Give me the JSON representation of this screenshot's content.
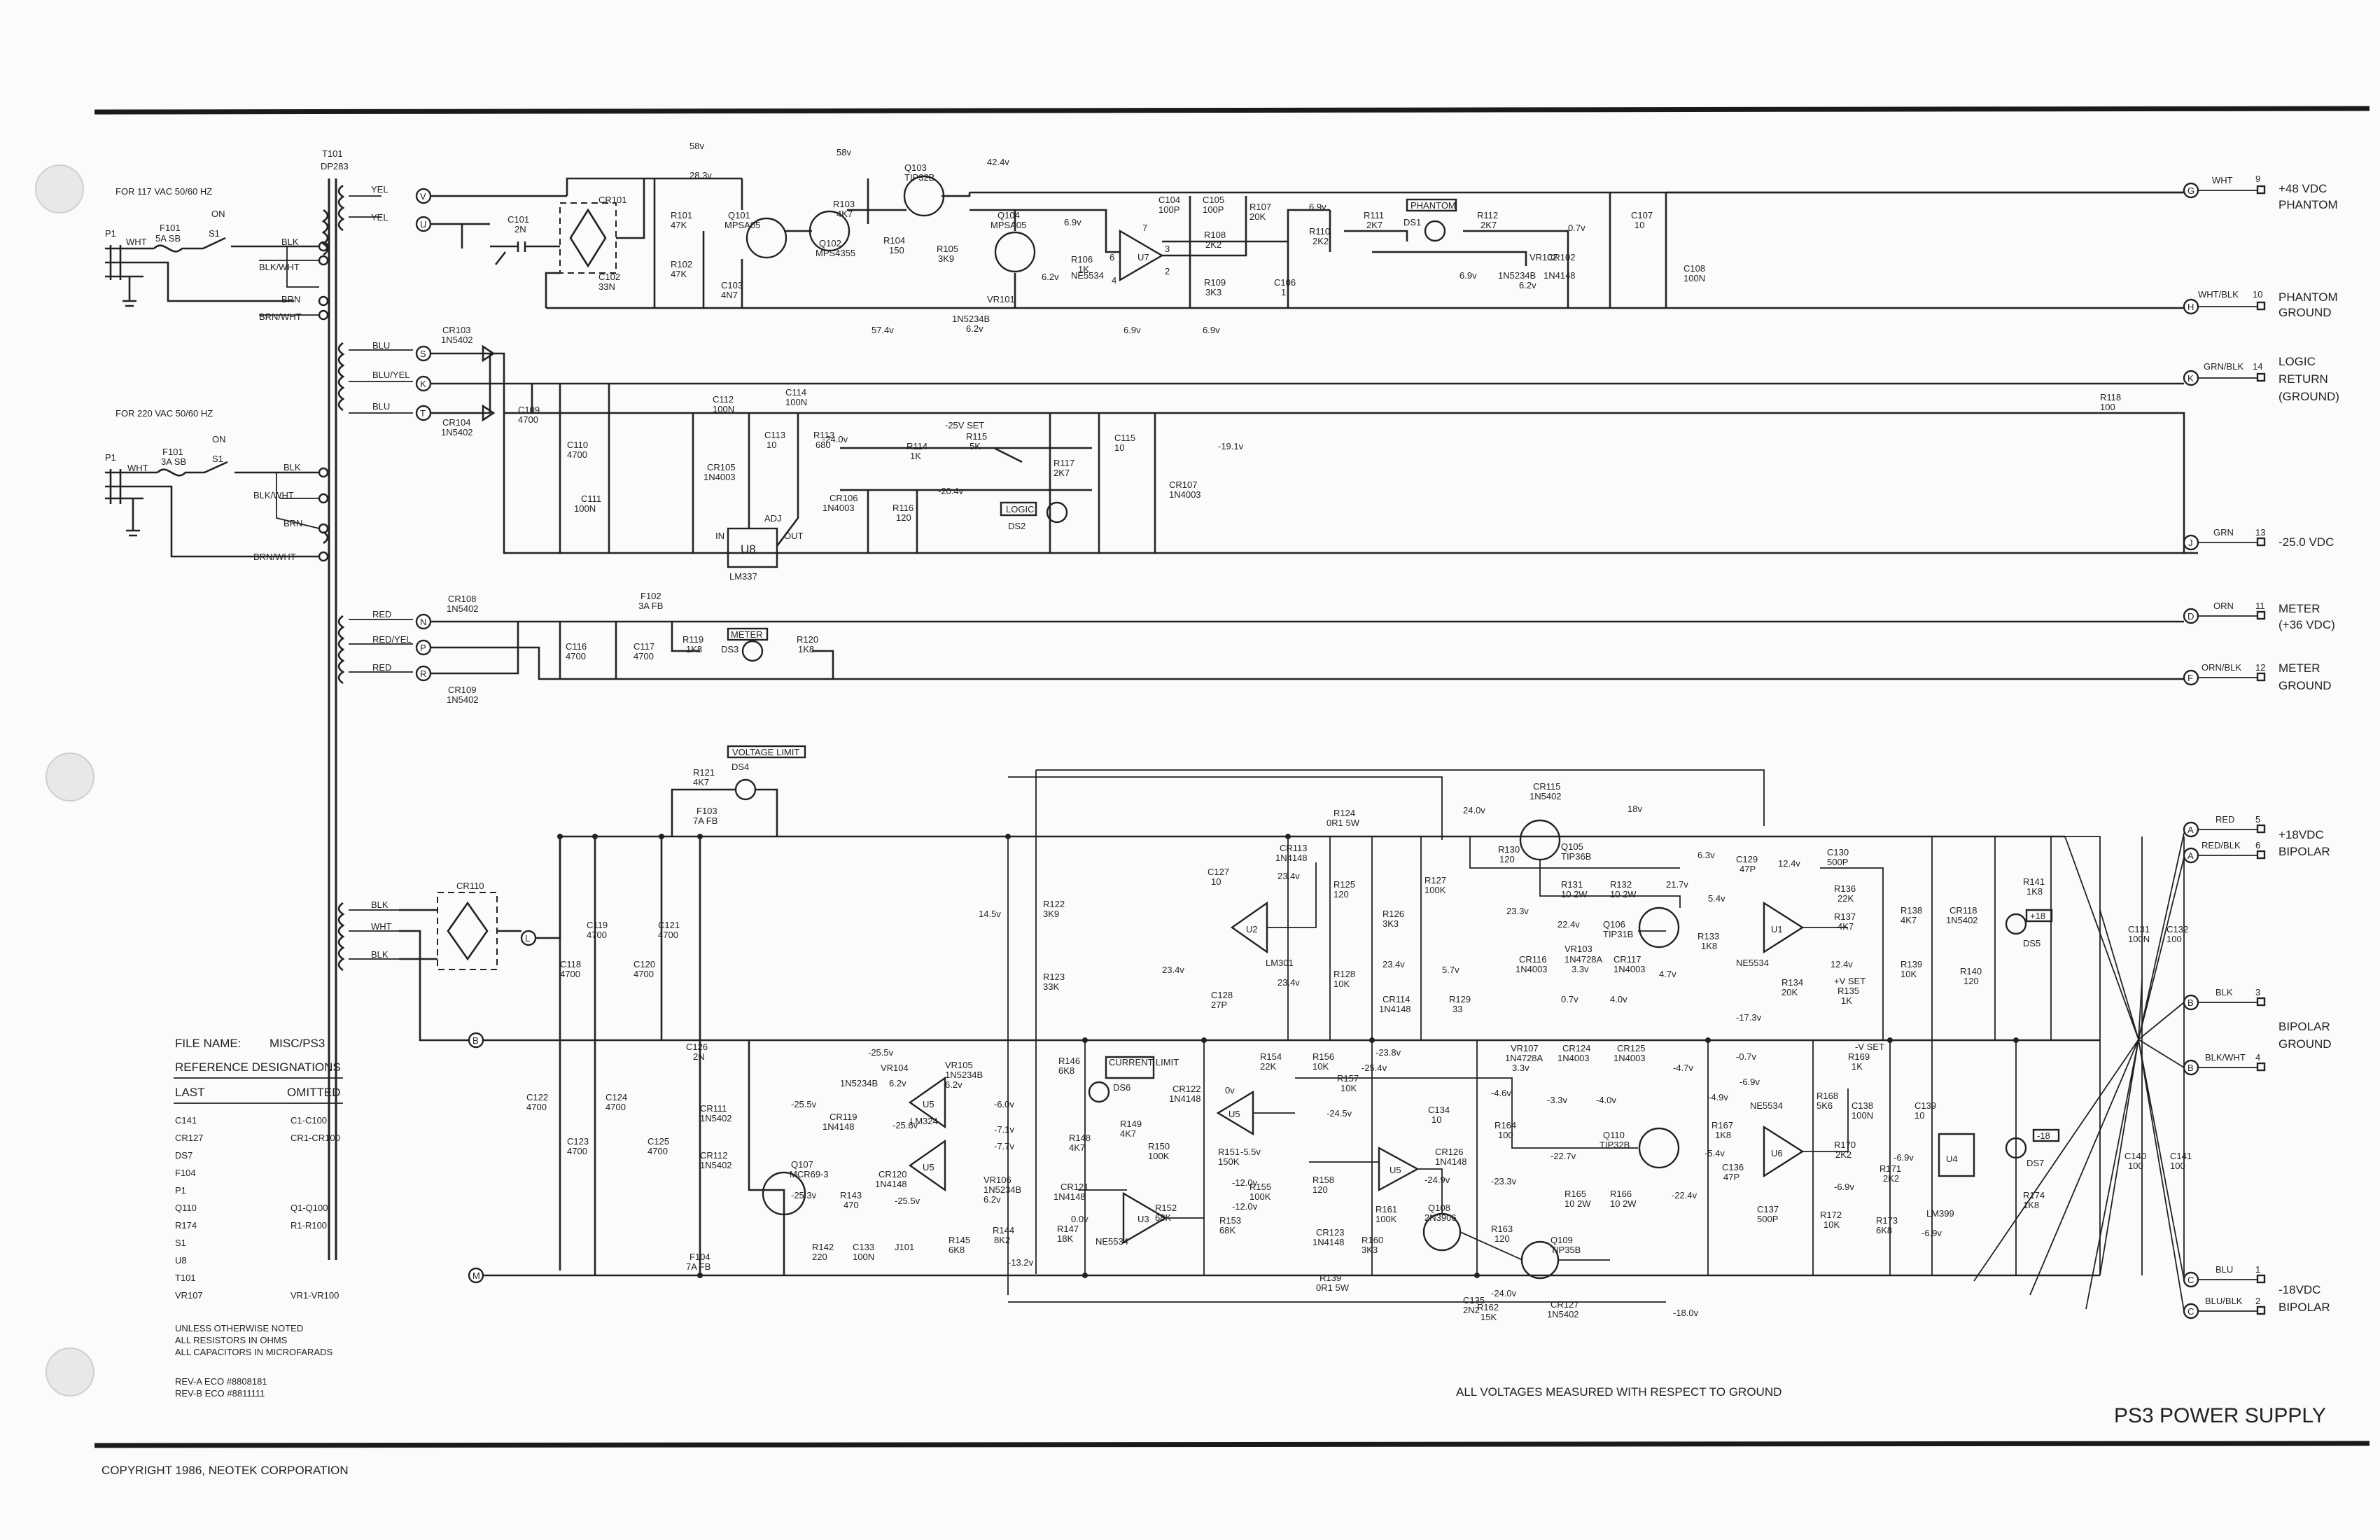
{
  "title_block": {
    "sheet_title": "PS3 POWER SUPPLY",
    "copyright": "COPYRIGHT 1986, NEOTEK CORPORATION",
    "voltages_note": "ALL VOLTAGES MEASURED WITH RESPECT TO GROUND",
    "file_name_label": "FILE NAME:",
    "file_name": "MISC/PS3",
    "ref_header": "REFERENCE DESIGNATIONS",
    "col_last": "LAST",
    "col_omitted": "OMITTED",
    "ref_rows": [
      {
        "last": "C141",
        "omitted": "C1-C100"
      },
      {
        "last": "CR127",
        "omitted": "CR1-CR100"
      },
      {
        "last": "DS7",
        "omitted": ""
      },
      {
        "last": "F104",
        "omitted": ""
      },
      {
        "last": "P1",
        "omitted": ""
      },
      {
        "last": "Q110",
        "omitted": "Q1-Q100"
      },
      {
        "last": "R174",
        "omitted": "R1-R100"
      },
      {
        "last": "S1",
        "omitted": ""
      },
      {
        "last": "U8",
        "omitted": ""
      },
      {
        "last": "T101",
        "omitted": ""
      },
      {
        "last": "VR107",
        "omitted": "VR1-VR100"
      }
    ],
    "notes": [
      "UNLESS OTHERWISE NOTED",
      "ALL RESISTORS IN OHMS",
      "ALL CAPACITORS IN MICROFARADS"
    ],
    "revisions": [
      "REV-A ECO #8808181",
      "REV-B ECO #8811111"
    ]
  },
  "inputs": {
    "v117": "FOR 117 VAC 50/60 HZ",
    "v220": "FOR 220 VAC 50/60 HZ",
    "p1": "P1",
    "wht": "WHT",
    "f101": "F101",
    "f101_117": "5A SB",
    "f101_220": "3A SB",
    "s1": "S1",
    "on": "ON",
    "taps": [
      "BLK",
      "BLK/WHT",
      "BRN",
      "BRN/WHT"
    ]
  },
  "transformer": {
    "ref": "T101",
    "part": "DP283",
    "sec_phantom": [
      "YEL",
      "YEL"
    ],
    "sec_logic": [
      "BLU",
      "BLU/YEL",
      "BLU"
    ],
    "sec_meter": [
      "RED",
      "RED/YEL",
      "RED"
    ],
    "sec_bipolar": [
      "BLK",
      "WHT",
      "BLK"
    ]
  },
  "outputs": [
    {
      "node": "G",
      "wire": "WHT",
      "pin": "9",
      "label": "+48 VDC",
      "label2": "PHANTOM"
    },
    {
      "node": "H",
      "wire": "WHT/BLK",
      "pin": "10",
      "label": "PHANTOM",
      "label2": "GROUND"
    },
    {
      "node": "K",
      "wire": "GRN/BLK",
      "pin": "14",
      "label": "LOGIC",
      "label2": "RETURN",
      "label3": "(GROUND)"
    },
    {
      "node": "J",
      "wire": "GRN",
      "pin": "13",
      "label": "-25.0 VDC"
    },
    {
      "node": "D",
      "wire": "ORN",
      "pin": "11",
      "label": "METER",
      "label2": "(+36 VDC)"
    },
    {
      "node": "F",
      "wire": "ORN/BLK",
      "pin": "12",
      "label": "METER",
      "label2": "GROUND"
    },
    {
      "node": "A",
      "wire": "RED",
      "pin": "5",
      "label": "+18VDC"
    },
    {
      "node": "A",
      "wire": "RED/BLK",
      "pin": "6",
      "label": "BIPOLAR"
    },
    {
      "node": "B",
      "wire": "BLK",
      "pin": "3",
      "label": "BIPOLAR"
    },
    {
      "node": "B",
      "wire": "BLK/WHT",
      "pin": "4",
      "label": "GROUND"
    },
    {
      "node": "C",
      "wire": "BLU",
      "pin": "1",
      "label": "-18VDC"
    },
    {
      "node": "C",
      "wire": "BLU/BLK",
      "pin": "2",
      "label": "BIPOLAR"
    }
  ],
  "node_letters": [
    "V",
    "U",
    "S",
    "K",
    "T",
    "N",
    "P",
    "R",
    "L",
    "B",
    "M"
  ],
  "labels": {
    "boxes": [
      "PHANTOM",
      "LOGIC",
      "METER",
      "VOLTAGE LIMIT",
      "CURRENT LIMIT"
    ],
    "set_points": [
      "-25V SET",
      "+V SET",
      "-V SET"
    ],
    "U8": "U8",
    "U8_in": "IN",
    "U8_out": "OUT",
    "U8_adj": "ADJ",
    "U8_part": "LM337",
    "plus18": "+18",
    "minus18": "-18"
  },
  "parts": {
    "phantom": [
      "CR101",
      "C101 2N",
      "C102 33N",
      "R101 47K",
      "R102 47K",
      "C103 4N7",
      "Q101 MPSA05",
      "R103 4K7",
      "Q102 MPS4355",
      "R104 150",
      "Q103 TIP32B",
      "R105 3K9",
      "Q104 MPSA05",
      "R106 1K",
      "VR101 1N5234B 6.2v",
      "C104 100P",
      "C105 100P",
      "R108 2K2",
      "U7 NE5534",
      "R107 20K",
      "R109 3K3",
      "C106 1",
      "R110 2K2",
      "R111 2K7",
      "DS1",
      "R112 2K7",
      "VR102 1N5234B 6.2v",
      "CR102 1N4148",
      "C107 10",
      "C108 100N"
    ],
    "logic": [
      "CR103 1N5402",
      "CR104 1N5402",
      "C109 4700",
      "C110 4700",
      "C111 100N",
      "C112 100N",
      "C114 100N",
      "C113 10",
      "R113 680",
      "CR105 1N4003",
      "R114 1K",
      "R115 5K",
      "CR106 1N4003",
      "R116 120",
      "R117 2K7",
      "DS2",
      "C115 10",
      "CR107 1N4003",
      "R118 100"
    ],
    "meter": [
      "CR108 1N5402",
      "CR109 1N5402",
      "C116 4700",
      "C117 4700",
      "F102 3A FB",
      "R119 1K8",
      "DS3",
      "R120 1K8"
    ],
    "bipolar": [
      "CR110",
      "C118 4700",
      "C119 4700",
      "C120 4700",
      "C121 4700",
      "C122 4700",
      "C123 4700",
      "C124 4700",
      "C125 4700",
      "C126 2N",
      "R121 4K7",
      "DS4",
      "F103 7A FB",
      "F104 7A FB",
      "CR111 1N5402",
      "CR112 1N5402",
      "Q107 MCR69-3",
      "VR104 1N5234B 6.2v",
      "VR105 1N5234B 6.2v",
      "VR106 1N5234B 6.2v",
      "CR119 1N4148",
      "CR120 1N4148",
      "U5 LM324",
      "R143 470",
      "R142 220",
      "C133 100N",
      "J101",
      "R144 8K2",
      "R145 6K8",
      "R146 6K8",
      "R147 18K",
      "R148 4K7",
      "R149 4K7",
      "DS6",
      "CR121 1N4148",
      "CR122 1N4148",
      "U3 NE5534",
      "R150 100K",
      "R151 150K",
      "R152 68K",
      "R153 68K",
      "R154 22K",
      "R155 100K",
      "R156 10K",
      "R157 10K",
      "R158 120",
      "CR123 1N4148",
      "R139 0R1 5W",
      "R161 100K",
      "R160 3K3",
      "Q108 2N3906",
      "C134 10",
      "CR126 1N4148",
      "R164 100",
      "C135 2N2",
      "R162 15K",
      "R163 120",
      "Q109 TIP35B",
      "CR127 1N5402",
      "R165 10 2W",
      "R166 10 2W",
      "Q110 TIP32B",
      "R167 1K8",
      "C136 47P",
      "C137 500P",
      "U6 NE5534",
      "R168 5K6",
      "R169 1K",
      "C138 100N",
      "C139 10",
      "R170 2K2",
      "R171 2K2",
      "R172 10K",
      "R173 6K8",
      "U4 LM399",
      "DS7",
      "R174 1K8",
      "C140 100",
      "C141 100",
      "VR107 1N4728A 3.3v",
      "CR124 1N4003",
      "CR125 1N4003",
      "R122 3K9",
      "R123 33K",
      "C127 10",
      "C128 27P",
      "U2 LM301",
      "CR113 1N4148",
      "R124 0R1 5W",
      "R125 120",
      "R126 3K3",
      "R127 100K",
      "R128 10K",
      "CR114 1N4148",
      "R129 33",
      "CR115 1N5402",
      "Q105 TIP36B",
      "R130 120",
      "R131 10 2W",
      "R132 10 2W",
      "Q106 TIP31B",
      "VR103 1N4728A 3.3v",
      "CR116 1N4003",
      "CR117 1N4003",
      "R133 1K8",
      "C129 47P",
      "C130 500P",
      "U1 NE5534",
      "R134 20K",
      "R135 1K",
      "R136 22K",
      "R137 4K7",
      "R138 4K7",
      "CR118 1N5402",
      "R139 10K",
      "R140 120",
      "R141 1K8",
      "DS5",
      "C131 100N",
      "C132 100"
    ]
  },
  "voltages": [
    "58v",
    "28.3v",
    "58v",
    "42.4v",
    "6.9v",
    "6.9v",
    "0.7v",
    "6.2v",
    "57.4v",
    "6.9v",
    "6.9v",
    "6.2v",
    "-24.0v",
    "-20.4v",
    "-19.1v",
    "14.5v",
    "23.4v",
    "23.4v",
    "23.4v",
    "24.0v",
    "18v",
    "23.3v",
    "22.4v",
    "21.7v",
    "6.3v",
    "12.4v",
    "5.4v",
    "4.7v",
    "12.4v",
    "-17.3v",
    "0.7v",
    "4.0v",
    "5.7v",
    "23.4v",
    "-25.5v",
    "-25.5v",
    "-25.3v",
    "-25.6v",
    "-25.5v",
    "6.2v",
    "-6.0v",
    "-7.1v",
    "-7.7v",
    "-13.2v",
    "6.2v",
    "0v",
    "0.0v",
    "-5.5v",
    "-12.0v",
    "-12.0v",
    "-23.8v",
    "-25.4v",
    "-24.5v",
    "-4.6v",
    "-3.3v",
    "-4.0v",
    "-4.7v",
    "-24.9v",
    "-23.3v",
    "-22.7v",
    "-22.4v",
    "-4.9v",
    "-5.4v",
    "-0.7v",
    "-6.9v",
    "-6.9v",
    "-6.9v",
    "-24.0v",
    "-18.0v"
  ]
}
